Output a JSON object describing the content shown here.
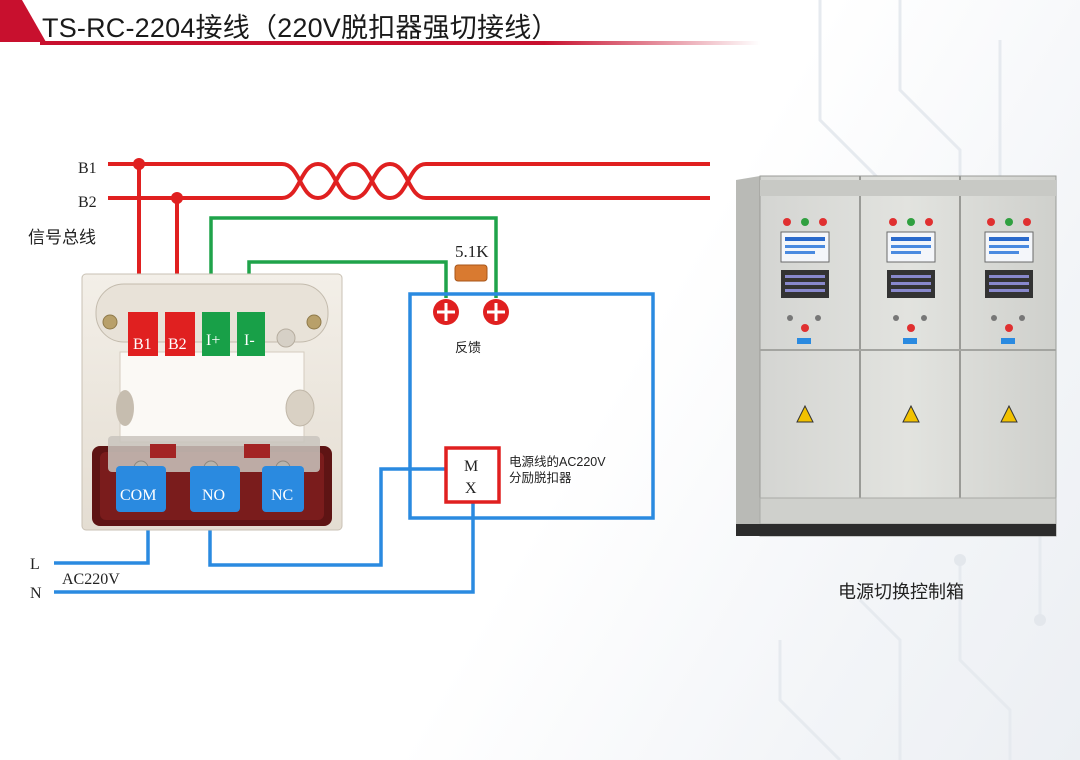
{
  "title": "TS-RC-2204接线（220V脱扣器强切接线）",
  "bus": {
    "b1": "B1",
    "b2": "B2",
    "label": "信号总线"
  },
  "module": {
    "terminal_b1": "B1",
    "terminal_b2": "B2",
    "terminal_i_plus": "I+",
    "terminal_i_minus": "I-",
    "relay_com": "COM",
    "relay_no": "NO",
    "relay_nc": "NC"
  },
  "resistor": "5.1K",
  "feedback_label": "反馈",
  "mx": {
    "m": "M",
    "x": "X",
    "desc_line1": "电源线的AC220V",
    "desc_line2": "分励脱扣器"
  },
  "power": {
    "l": "L",
    "n": "N",
    "ac": "AC220V"
  },
  "cabinet_label": "电源切换控制箱",
  "colors": {
    "bus_red": "#e02020",
    "green_wire": "#1fa34a",
    "blue_wire": "#2a8ae0",
    "terminal_blue": "#2a8ae0",
    "terminal_red": "#e02020",
    "terminal_green": "#18a048",
    "title_accent": "#c8102e"
  }
}
